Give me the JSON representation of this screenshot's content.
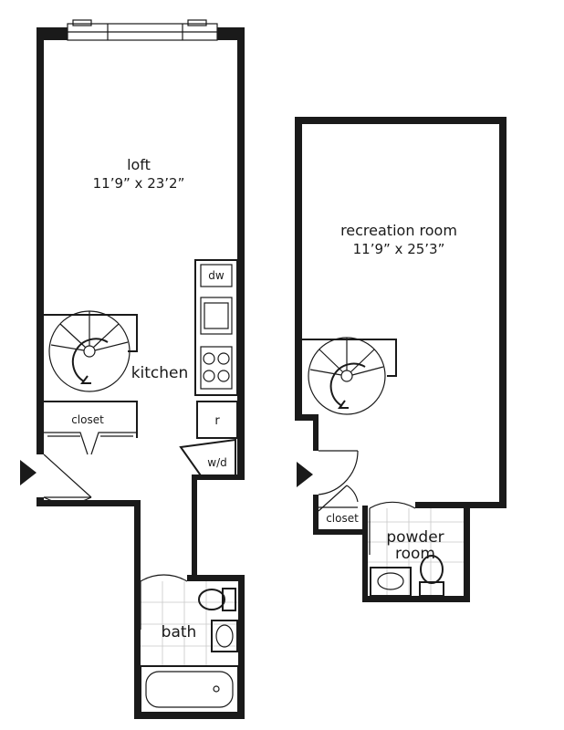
{
  "unit_a": {
    "loft": {
      "name": "loft",
      "dimensions": "11’9” x 23’2”"
    },
    "kitchen": {
      "name": "kitchen"
    },
    "closet": {
      "name": "closet"
    },
    "bath": {
      "name": "bath"
    },
    "appliances": {
      "dishwasher": "dw",
      "refrigerator": "r",
      "washer_dryer": "w/d"
    }
  },
  "unit_b": {
    "recreation_room": {
      "name": "recreation room",
      "dimensions": "11’9” x 25’3”"
    },
    "closet": {
      "name": "closet"
    },
    "powder_room": {
      "line1": "powder",
      "line2": "room"
    }
  },
  "colors": {
    "wall": "#1a1a1a",
    "tile": "#c8c8c8",
    "background": "#ffffff"
  }
}
